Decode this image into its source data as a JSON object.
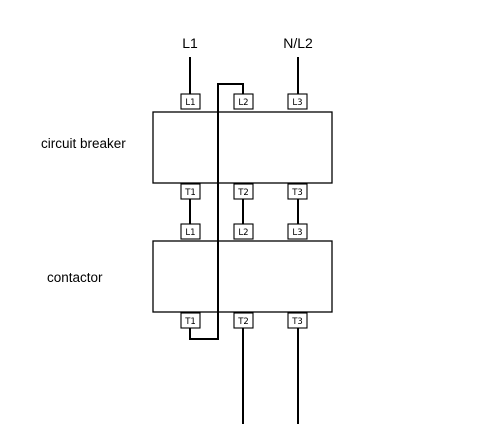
{
  "diagram": {
    "supply": {
      "l1": "L1",
      "l2": "N/L2"
    },
    "circuit_breaker": {
      "label": "circuit breaker",
      "top_terminals": [
        "L1",
        "L2",
        "L3"
      ],
      "bottom_terminals": [
        "T1",
        "T2",
        "T3"
      ]
    },
    "contactor": {
      "label": "contactor",
      "top_terminals": [
        "L1",
        "L2",
        "L3"
      ],
      "bottom_terminals": [
        "T1",
        "T2",
        "T3"
      ]
    },
    "colors": {
      "line": "#000000",
      "background": "#ffffff"
    }
  }
}
